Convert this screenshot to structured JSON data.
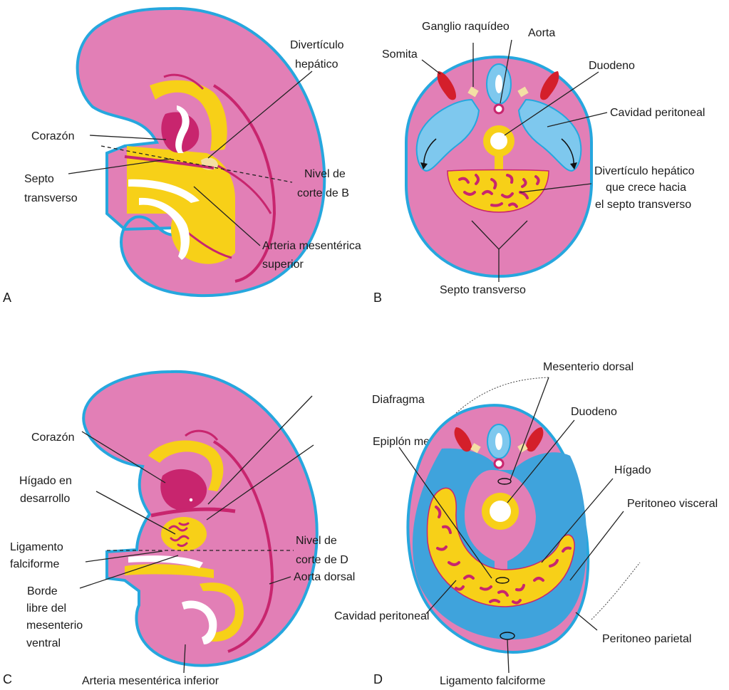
{
  "panels": {
    "a": {
      "letter": "A",
      "labels": {
        "corazon": "Corazón",
        "septo1": "Septo",
        "septo2": "transverso",
        "diverticulo1": "Divertículo",
        "diverticulo2": "hepático",
        "nivel1": "Nivel de",
        "nivel2": "corte de B",
        "arteria1": "Arteria mesentérica",
        "arteria2": "superior"
      }
    },
    "b": {
      "letter": "B",
      "labels": {
        "ganglio": "Ganglio raquídeo",
        "aorta": "Aorta",
        "somita": "Somita",
        "duodeno": "Duodeno",
        "cavidad": "Cavidad peritoneal",
        "div1": "Divertículo hepático",
        "div2": "que crece hacia",
        "div3": "el septo transverso",
        "septo": "Septo transverso"
      }
    },
    "c": {
      "letter": "C",
      "labels": {
        "diafragma": "Diafragma",
        "corazon": "Corazón",
        "epiplon": "Epiplón menor",
        "higado1": "Hígado en",
        "higado2": "desarrollo",
        "nivel1": "Nivel de",
        "nivel2": "corte de D",
        "ligamento1": "Ligamento",
        "ligamento2": "falciforme",
        "borde1": "Borde",
        "borde2": "libre del",
        "borde3": "mesenterio",
        "borde4": "ventral",
        "aorta": "Aorta dorsal",
        "arteria": "Arteria mesentérica inferior"
      }
    },
    "d": {
      "letter": "D",
      "labels": {
        "mesenterio": "Mesenterio dorsal",
        "duodeno": "Duodeno",
        "higado": "Hígado",
        "visceral": "Peritoneo visceral",
        "cavidad": "Cavidad peritoneal",
        "parietal": "Peritoneo parietal",
        "ligamento": "Ligamento falciforme"
      }
    }
  }
}
